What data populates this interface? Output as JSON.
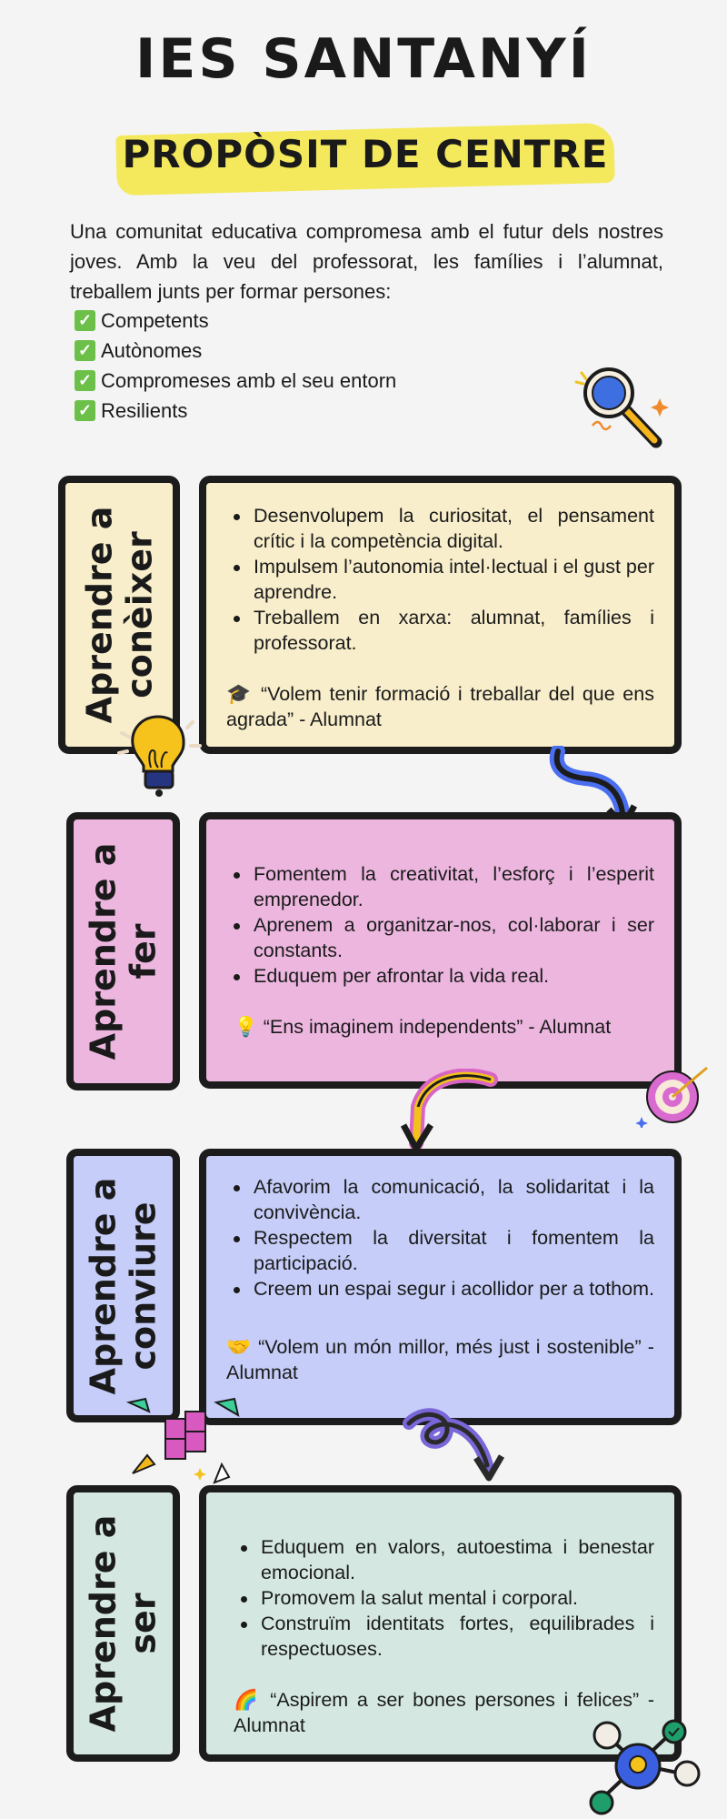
{
  "header": {
    "title": "IES SANTANYÍ",
    "subtitle": "PROPÒSIT DE CENTRE"
  },
  "intro": {
    "text": "Una comunitat educativa compromesa amb el futur dels nostres joves. Amb la veu del professorat, les famílies i l’alumnat, treballem junts per formar persones:",
    "check_icon": "check-mark-button",
    "items": [
      "Competents",
      "Autònomes",
      "Compromeses amb el seu entorn",
      "Resilients"
    ]
  },
  "colors": {
    "s1": "#f8eecb",
    "s2": "#ecb6df",
    "s3": "#c5cdf8",
    "s4": "#d4e8e1",
    "highlight": "#f4e95c",
    "check": "#6cc04a"
  },
  "sections": [
    {
      "label_line1": "Aprendre a",
      "label_line2": "conèixer",
      "bullets": [
        "Desenvolupem la curiositat, el pensament crític i la competència digital.",
        "Impulsem l’autonomia intel·lectual i el gust per aprendre.",
        "Treballem en xarxa: alumnat, famílies i professorat."
      ],
      "quote_icon": "🎓",
      "quote": "“Volem tenir formació i treballar del que ens agrada” - Alumnat"
    },
    {
      "label_line1": "Aprendre a",
      "label_line2": "fer",
      "bullets": [
        "Fomentem la creativitat, l’esforç i l’esperit emprenedor.",
        "Aprenem a organitzar-nos, col·laborar i ser constants.",
        "Eduquem per afrontar la vida real."
      ],
      "quote_icon": "💡",
      "quote": "“Ens imaginem independents” - Alumnat"
    },
    {
      "label_line1": "Aprendre a",
      "label_line2": "conviure",
      "bullets": [
        "Afavorim la comunicació, la solidaritat i la convivència.",
        "Respectem la diversitat i fomentem la participació.",
        "Creem un espai segur i acollidor per a tothom."
      ],
      "quote_icon": "🤝",
      "quote": "“Volem un món millor, més just i sostenible” - Alumnat"
    },
    {
      "label_line1": "Aprendre a",
      "label_line2": "ser",
      "bullets": [
        "Eduquem en valors, autoestima i benestar emocional.",
        "Promovem la salut mental i corporal.",
        "Construïm identitats fortes, equilibrades i respectuoses."
      ],
      "quote_icon": "🌈",
      "quote": "“Aspirem a ser bones persones i felices” - Alumnat"
    }
  ]
}
